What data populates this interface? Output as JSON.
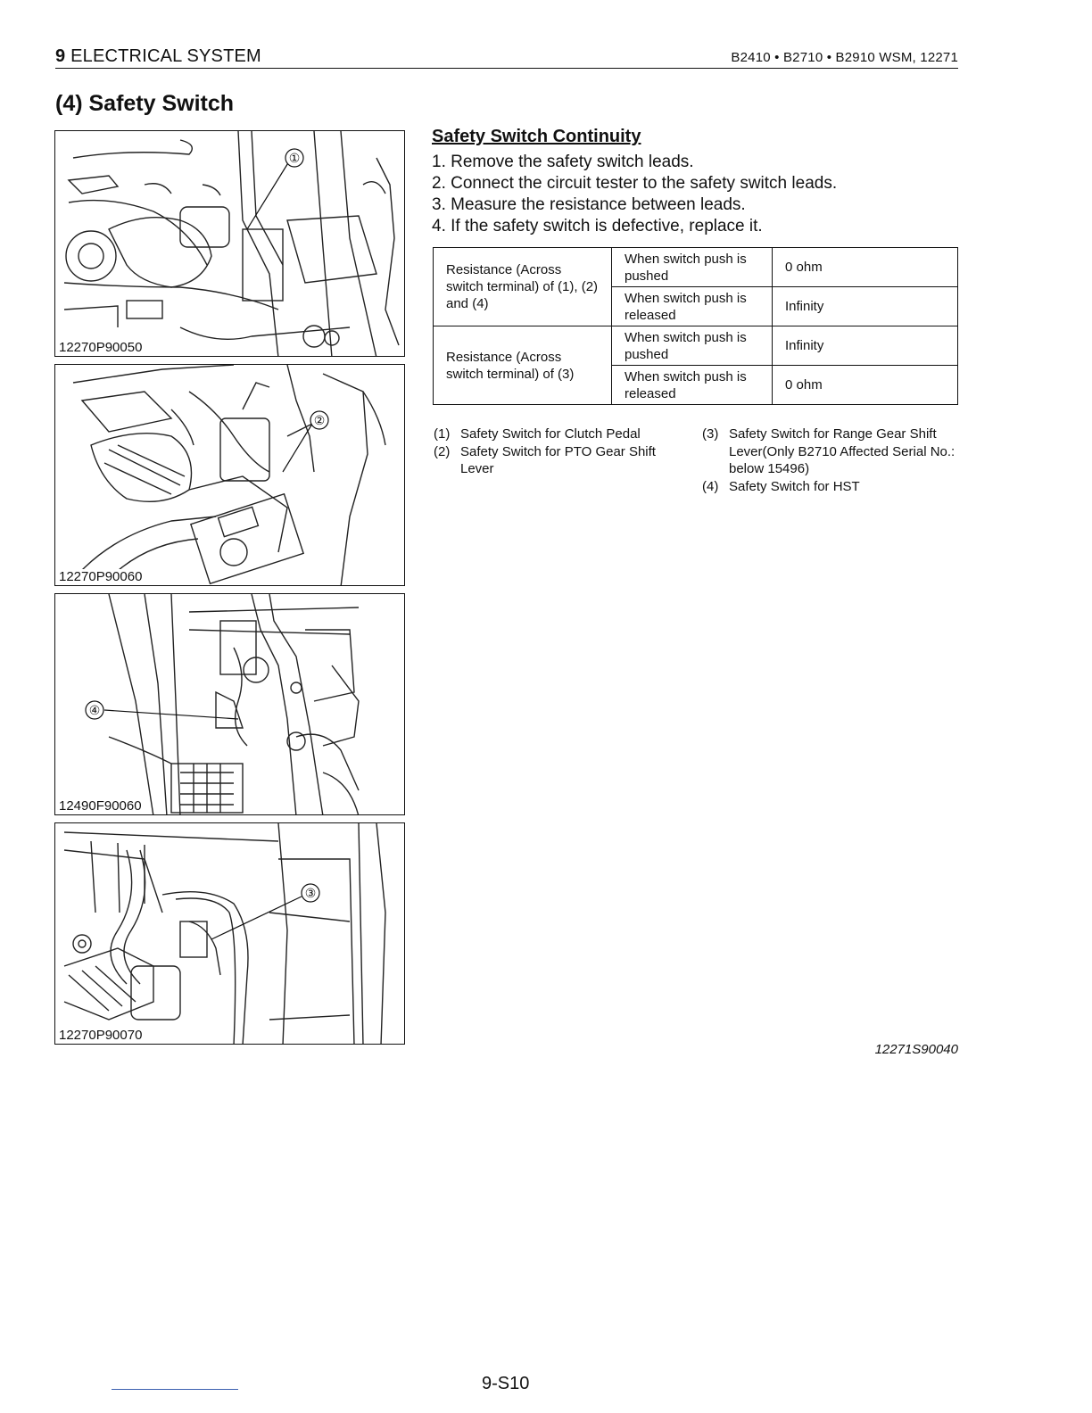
{
  "header": {
    "chapter_number": "9",
    "chapter_title": "ELECTRICAL SYSTEM",
    "manual_ref": "B2410 • B2710 • B2910 WSM, 12271"
  },
  "section_title": "(4) Safety Switch",
  "figures": [
    {
      "code": "12270P90050",
      "callout": "①"
    },
    {
      "code": "12270P90060",
      "callout": "②"
    },
    {
      "code": "12490F90060",
      "callout": "④"
    },
    {
      "code": "12270P90070",
      "callout": "③"
    }
  ],
  "continuity": {
    "heading": "Safety Switch Continuity",
    "steps": [
      "1. Remove the safety switch leads.",
      "2. Connect the circuit tester to the safety switch leads.",
      "3. Measure the resistance between leads.",
      "4. If the safety switch is defective, replace it."
    ],
    "table": [
      {
        "label": "Resistance (Across switch terminal) of (1), (2) and (4)",
        "rows": [
          {
            "condition": "When switch push is pushed",
            "value": "0 ohm"
          },
          {
            "condition": "When switch push is released",
            "value": "Infinity"
          }
        ]
      },
      {
        "label": "Resistance (Across switch terminal) of (3)",
        "rows": [
          {
            "condition": "When switch push is pushed",
            "value": "Infinity"
          },
          {
            "condition": "When switch push is released",
            "value": "0 ohm"
          }
        ]
      }
    ],
    "legend": [
      {
        "num": "(1)",
        "text": "Safety Switch for Clutch Pedal"
      },
      {
        "num": "(2)",
        "text": "Safety Switch for PTO Gear Shift Lever"
      },
      {
        "num": "(3)",
        "text": "Safety Switch for Range Gear Shift Lever(Only B2710 Affected Serial No.: below 15496)"
      },
      {
        "num": "(4)",
        "text": "Safety Switch for HST"
      }
    ],
    "code": "12271S90040"
  },
  "page_number": "9-S10"
}
